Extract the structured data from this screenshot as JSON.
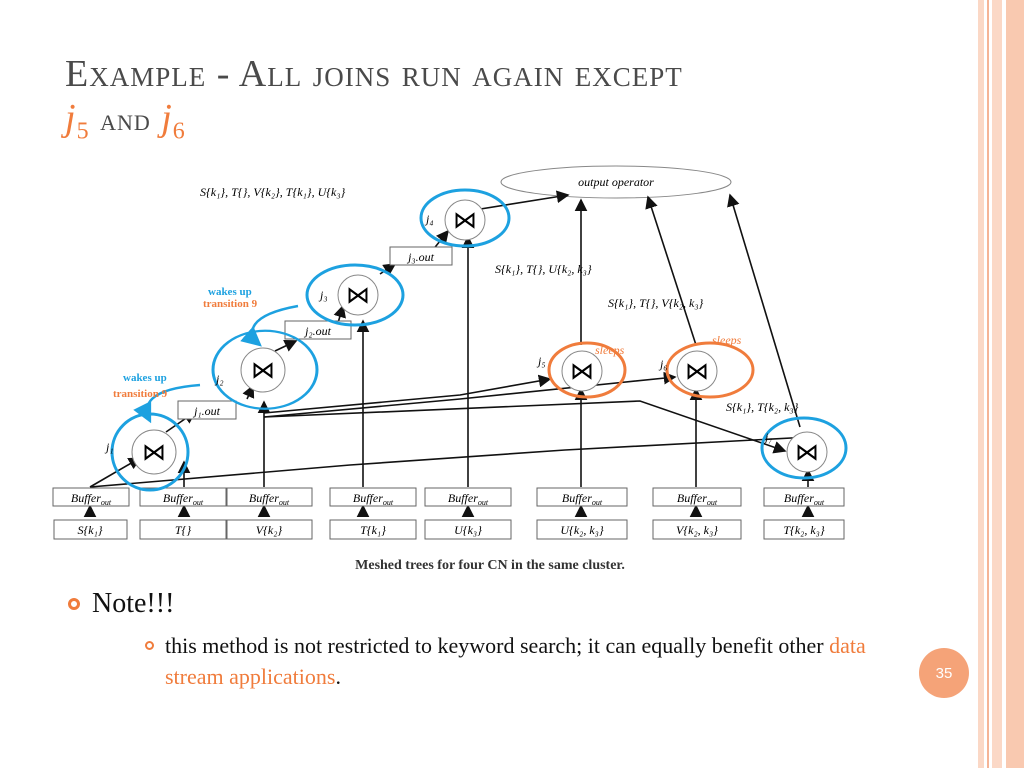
{
  "slide": {
    "title_line1": "Example - All joins run again except",
    "title_j5_base": "j",
    "title_j5_sub": "5",
    "title_and": "and",
    "title_j6_base": "j",
    "title_j6_sub": "6",
    "page_number": "35",
    "colors": {
      "accent": "#f07c3c",
      "stripe": "#f9c9b0",
      "title": "#4a4a4a",
      "blue_ring": "#1da1e0",
      "orange_ring": "#f07c3c"
    }
  },
  "diagram": {
    "caption": "Meshed trees for four CN in the same cluster.",
    "output_operator": "output operator",
    "join_symbol": "⋈",
    "joins": [
      {
        "id": "j1",
        "label": "j₁",
        "ring": "blue"
      },
      {
        "id": "j2",
        "label": "j₂",
        "ring": "blue"
      },
      {
        "id": "j3",
        "label": "j₃",
        "ring": "blue"
      },
      {
        "id": "j4",
        "label": "j₄",
        "ring": "blue"
      },
      {
        "id": "j5",
        "label": "j₅",
        "ring": "orange",
        "note": "sleeps"
      },
      {
        "id": "j6",
        "label": "j₆",
        "ring": "orange",
        "note": "sleeps"
      },
      {
        "id": "j7",
        "label": "j₇",
        "ring": "blue"
      }
    ],
    "outs": [
      "j₁.out",
      "j₂.out",
      "j₃.out"
    ],
    "wakes_up_1": "wakes up",
    "transition_1": "transition 9",
    "wakes_up_2": "wakes up",
    "transition_2": "transition 9",
    "buffer_label": "Buffer",
    "buffer_sub": "out",
    "sources": [
      "S{k₁}",
      "T{}",
      "V{k₂}",
      "T{k₁}",
      "U{k₃}",
      "U{k₂, k₃}",
      "V{k₂, k₃}",
      "T{k₂, k₃}"
    ],
    "result_labels": [
      "S{k₁}, T{}, V{k₂}, T{k₁}, U{k₃}",
      "S{k₁}, T{}, U{k₂, k₃}",
      "S{k₁}, T{}, V{k₂, k₃}",
      "S{k₁}, T{k₂, k₃}"
    ]
  },
  "notes": {
    "bullet1": "Note!!!",
    "bullet2_text": "this method is not restricted to keyword search; it can equally benefit other ",
    "bullet2_highlight": "data stream applications",
    "bullet2_end": "."
  }
}
